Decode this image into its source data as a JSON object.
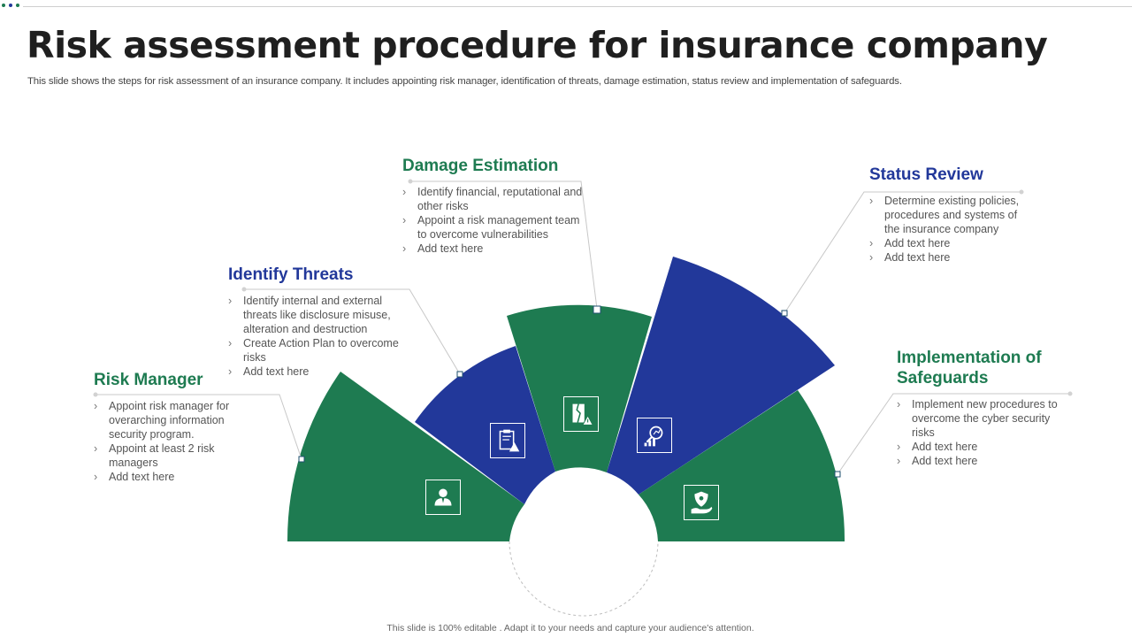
{
  "slide": {
    "title": "Risk assessment procedure for insurance company",
    "subtitle": "This slide shows the steps for risk assessment of an insurance company. It includes appointing risk manager, identification of threats, damage estimation, status review and implementation of safeguards.",
    "footer": "This slide is 100% editable . Adapt it to your needs and capture your audience's attention."
  },
  "colors": {
    "green": "#1e7b51",
    "blue": "#22389a",
    "dark_text": "#1f1f1f",
    "body_text": "#555555"
  },
  "steps": [
    {
      "title": "Risk Manager",
      "icon": "businessman-icon",
      "color": "green",
      "bullets": [
        "Appoint risk manager for overarching information security program.",
        "Appoint at least 2 risk managers",
        "Add text here"
      ]
    },
    {
      "title": "Identify Threats",
      "icon": "clipboard-warning-icon",
      "color": "blue",
      "bullets": [
        "Identify internal and external threats like disclosure misuse, alteration and destruction",
        "Create Action Plan to overcome risks",
        "Add text here"
      ]
    },
    {
      "title": "Damage Estimation",
      "icon": "broken-document-warning-icon",
      "color": "green",
      "bullets": [
        "Identify financial, reputational and other risks",
        "Appoint a risk management team to overcome vulnerabilities",
        "Add text here"
      ]
    },
    {
      "title": "Status Review",
      "icon": "magnifier-chart-icon",
      "color": "blue",
      "bullets": [
        "Determine existing policies, procedures and systems of the insurance company",
        "Add text here",
        "Add text here"
      ]
    },
    {
      "title": "Implementation of Safeguards",
      "icon": "shield-hand-icon",
      "color": "green",
      "bullets": [
        "Implement new procedures to overcome the cyber security risks",
        "Add text here",
        "Add text here"
      ]
    }
  ]
}
